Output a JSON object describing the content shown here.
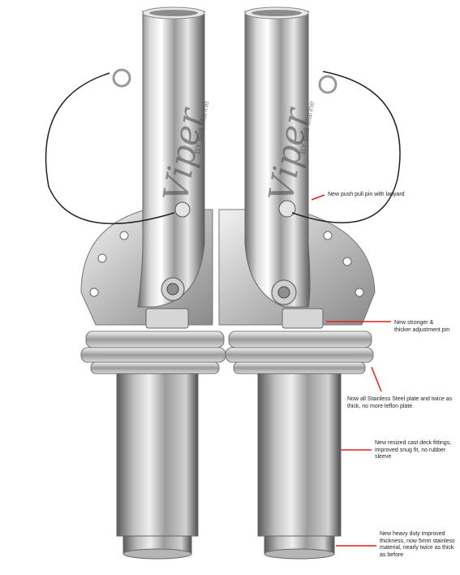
{
  "brand": {
    "logo_word": "Viper",
    "logo_sub": "BY Bell Marine"
  },
  "callouts": [
    "New push pull pin with lanyard",
    "New stronger & thicker adjustment pin",
    "Now all Stainless Steel plate and twice as thick, no more teflon plate",
    "New resized cast deck fittings, improved snug fit, no rubber sleeve",
    "New heavy duty improved thickness, now 5mm stainless material, nearly twice as thick as before"
  ],
  "colors": {
    "callout_line": "#e0201b",
    "steel_light": "#f4f4f4",
    "steel_dark": "#7a7a7a",
    "background": "#ffffff"
  }
}
